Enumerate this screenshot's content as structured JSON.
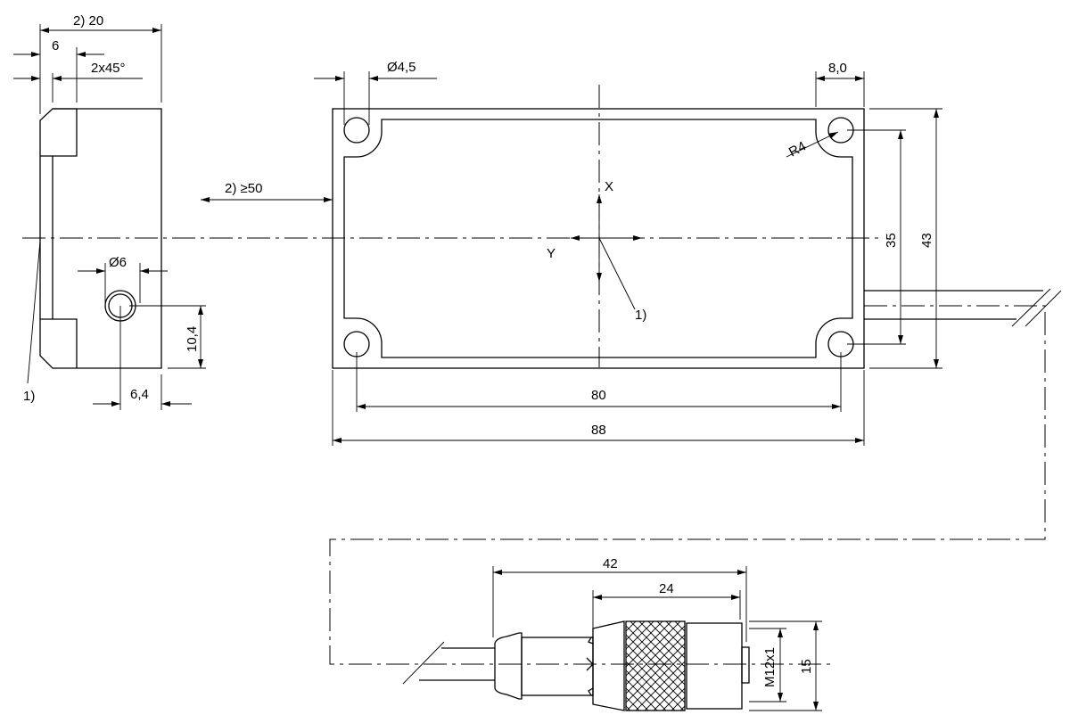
{
  "side_view": {
    "dim_width": "2) 20",
    "dim_flange": "6",
    "dim_chamfer": "2x45°",
    "dim_hole_diameter": "Ø6",
    "dim_hole_height": "10,4",
    "dim_hole_offset": "6,4",
    "note_ref": "1)"
  },
  "top_view": {
    "dim_clearance": "2) ≥50",
    "dim_mount_hole": "Ø4,5",
    "dim_ear": "8,0",
    "dim_radius": "R4",
    "dim_hole_pitch_y": "35",
    "dim_height": "43",
    "dim_hole_pitch_x": "80",
    "dim_length": "88",
    "axis_x": "X",
    "axis_y": "Y",
    "note_ref": "1)"
  },
  "connector": {
    "dim_total": "42",
    "dim_nut": "24",
    "dim_thread": "M12x1",
    "dim_diameter": "15"
  }
}
